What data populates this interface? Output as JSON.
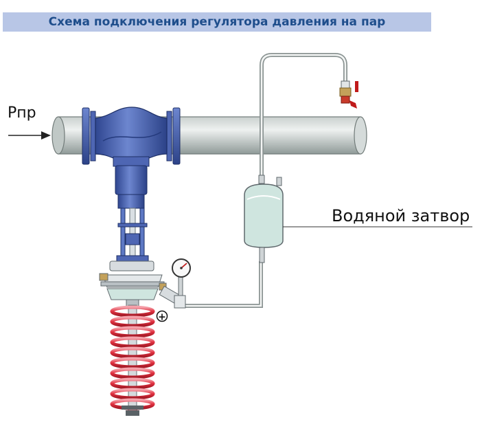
{
  "title": "Схема подключения регулятора давления на пар",
  "labels": {
    "inlet_pressure": "Рпр",
    "water_seal": "Водяной затвор",
    "plus_sign": "+"
  },
  "colors": {
    "title_bg": "#b8c6e6",
    "title_text": "#1f4e8c",
    "pipe": "#a9b3b1",
    "valve_body": "#3f5aa6",
    "spring": "#e0303f",
    "water_seal": "#cfe5df"
  }
}
